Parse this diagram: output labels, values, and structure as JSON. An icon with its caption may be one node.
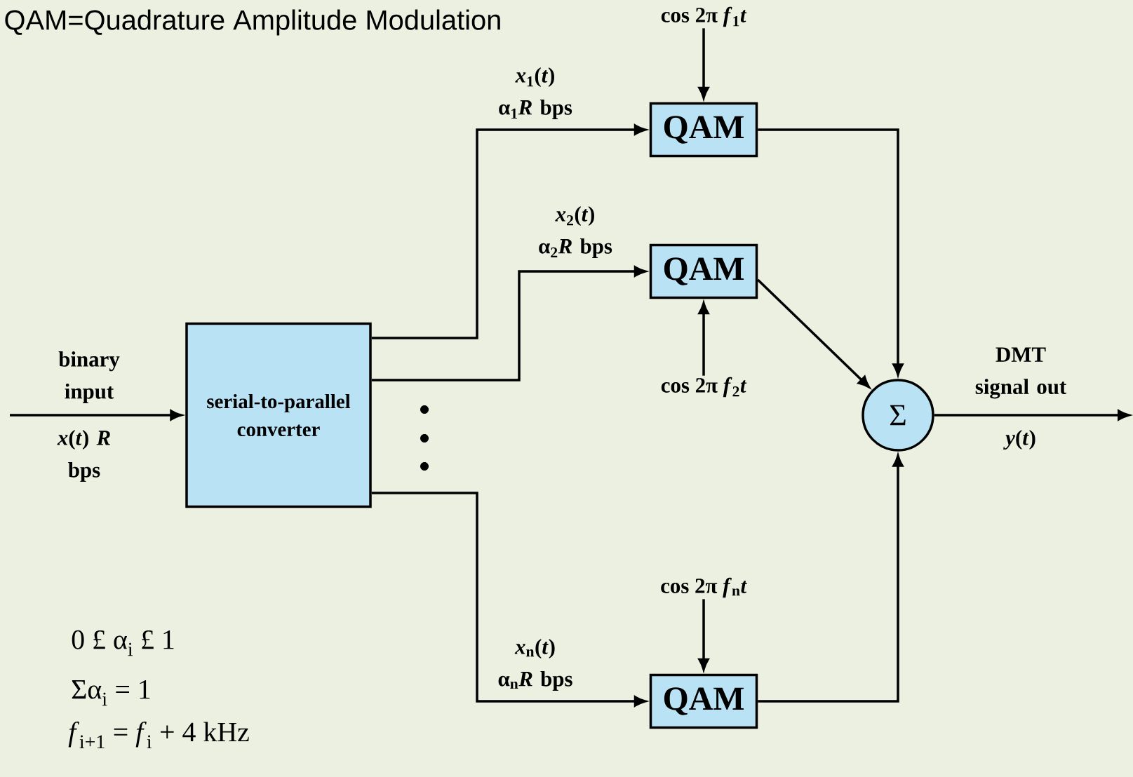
{
  "diagram": {
    "title": "QAM=Quadrature Amplitude Modulation",
    "nodes": [
      {
        "text": [
          "serial-to-parallel converter"
        ]
      },
      {
        "text": [
          "QAM"
        ]
      },
      {
        "text": [
          "QAM"
        ]
      },
      {
        "text": [
          "QAM"
        ]
      },
      {
        "text": [
          "Σ"
        ]
      },
      {
        "text": [
          "cos 2π *f*$_{1}$*t*"
        ]
      },
      {
        "text": [
          "cos 2π *f*$_{2}$*t*"
        ]
      },
      {
        "text": [
          "cos 2π *f*$_{n}$*t*"
        ]
      }
    ],
    "edges": [
      {
        "from": null,
        "to": 0,
        "arrow": "to",
        "label": "binary input"
      },
      {
        "from": 0,
        "to": 1,
        "arrow": "to",
        "label": "*x*$_{1}$(*t*) α$_{1}$*R* bps"
      },
      {
        "from": 0,
        "to": 2,
        "arrow": "to",
        "label": "*x*$_{2}$(*t*) α$_{2}$*R* bps"
      },
      {
        "from": 0,
        "to": 3,
        "arrow": "to",
        "label": "*x*$_{n}$(*t*) α$_{n}$*R* bps"
      },
      {
        "from": 5,
        "to": 1,
        "arrow": "to"
      },
      {
        "from": 6,
        "to": 2,
        "arrow": "to"
      },
      {
        "from": 7,
        "to": 3,
        "arrow": "to"
      },
      {
        "from": 1,
        "to": 4,
        "arrow": "to"
      },
      {
        "from": 2,
        "to": 4,
        "arrow": "to"
      },
      {
        "from": 3,
        "to": 4,
        "arrow": "to"
      },
      {
        "from": 4,
        "to": null,
        "arrow": "to",
        "label": "DMT signal out"
      }
    ],
    "labels": [
      "*x*(*t*) *R* bps",
      "*y*(*t*)",
      "0 £ α$_{i}$ £ 1",
      "Σα$_{i}$ = 1",
      "*f*$_{i+1}$ = *f*$_{i}$ + 4 kHz"
    ]
  }
}
